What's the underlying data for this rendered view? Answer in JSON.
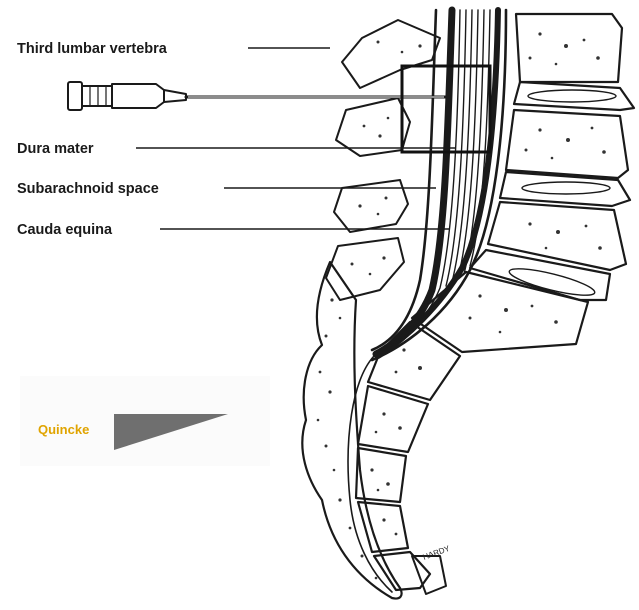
{
  "labels": {
    "third_lumbar_vertebra": "Third lumbar vertebra",
    "dura_mater": "Dura mater",
    "subarachnoid_space": "Subarachnoid space",
    "cauda_equina": "Cauda equina"
  },
  "needle_tip_label": "Quincke",
  "artist_signature": "HARDY",
  "colors": {
    "label_text": "#1a1a1a",
    "quincke_text": "#e0a400",
    "quincke_bevel": "#6f6f6f",
    "bone": "#f4f4f4"
  }
}
